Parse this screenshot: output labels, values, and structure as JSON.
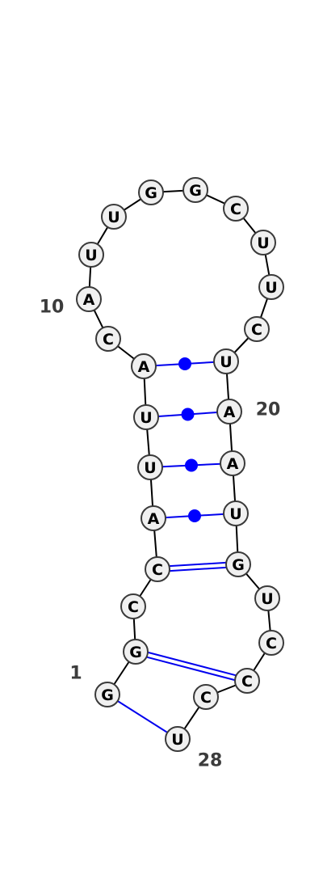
{
  "sequence": [
    "G",
    "G",
    "C",
    "C",
    "A",
    "U",
    "U",
    "A",
    "C",
    "A",
    "U",
    "U",
    "G",
    "G",
    "C",
    "U",
    "U",
    "C",
    "U",
    "A",
    "A",
    "U",
    "G",
    "U",
    "C",
    "C",
    "C",
    "U"
  ],
  "position_labels": [
    {
      "index": 1,
      "text": "1"
    },
    {
      "index": 10,
      "text": "10"
    },
    {
      "index": 20,
      "text": "20"
    },
    {
      "index": 28,
      "text": "28"
    }
  ],
  "base_pairs": [
    {
      "i": 2,
      "j": 26,
      "type": "canonical"
    },
    {
      "i": 4,
      "j": 23,
      "type": "canonical"
    },
    {
      "i": 5,
      "j": 22,
      "type": "wobble"
    },
    {
      "i": 6,
      "j": 21,
      "type": "wobble"
    },
    {
      "i": 7,
      "j": 20,
      "type": "wobble"
    },
    {
      "i": 8,
      "j": 19,
      "type": "wobble"
    },
    {
      "i": 1,
      "j": 28,
      "type": "tertiary"
    }
  ],
  "colors": {
    "pair_line": "#0000ee",
    "wobble_dot": "#0000ff",
    "node_fill": "#f0f0f0",
    "node_stroke": "#3a3a3a",
    "label_text": "#3c3c3c"
  }
}
